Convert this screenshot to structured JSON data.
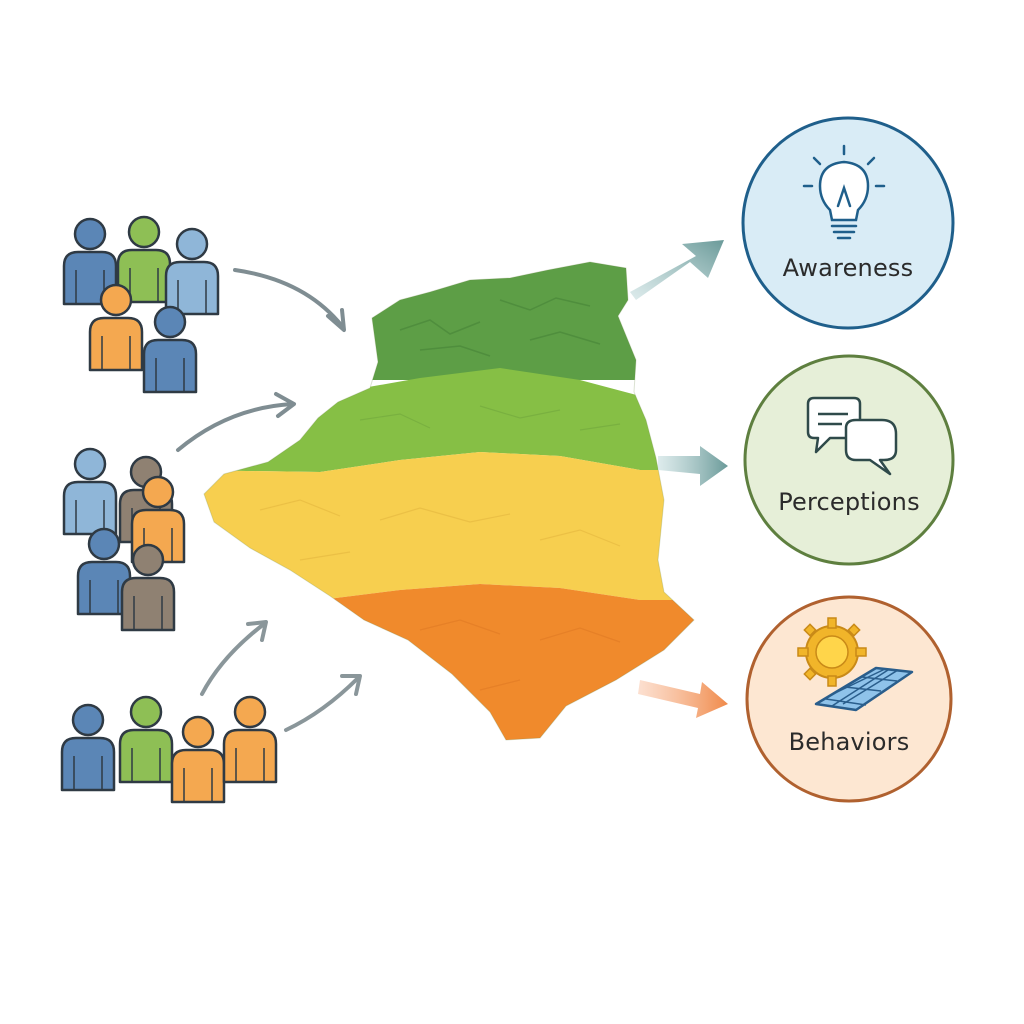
{
  "outcomes": [
    {
      "label": "Awareness",
      "icon": "lightbulb-icon",
      "fill": "#d9ecf6",
      "stroke": "#1f5f8b"
    },
    {
      "label": "Perceptions",
      "icon": "speech-bubbles-icon",
      "fill": "#e6efd8",
      "stroke": "#5e7f3f"
    },
    {
      "label": "Behaviors",
      "icon": "solar-panel-sun-icon",
      "fill": "#fde7d2",
      "stroke": "#b0612f"
    }
  ],
  "map_bands": {
    "north": "#5d9e46",
    "upper_middle": "#86bf45",
    "middle": "#f7cf4f",
    "south": "#f08a2c"
  },
  "people_colors": {
    "blue": "#5b86b6",
    "light_blue": "#8fb6d8",
    "green": "#8ebf55",
    "orange": "#f4a850",
    "brown": "#8f8172"
  },
  "arrow_colors": {
    "gray": "#7f8d92",
    "teal": "#6a9a99",
    "orange": "#f08a4a"
  }
}
